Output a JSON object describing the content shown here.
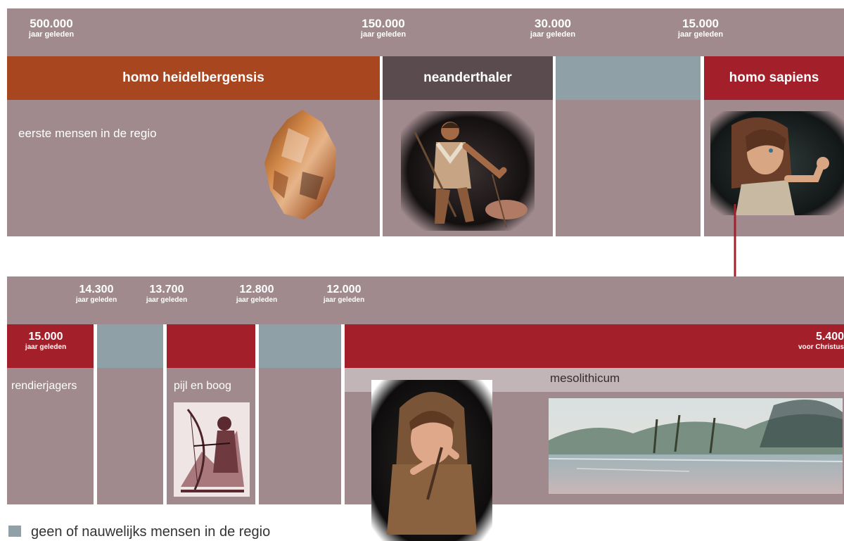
{
  "top_timeline": {
    "dates": [
      {
        "value": "500.000",
        "sub": "jaar geleden"
      },
      {
        "value": "150.000",
        "sub": "jaar geleden"
      },
      {
        "value": "30.000",
        "sub": "jaar geleden"
      },
      {
        "value": "15.000",
        "sub": "jaar geleden"
      }
    ],
    "periods": [
      {
        "label": "homo heidelbergensis",
        "color": "#a8461f"
      },
      {
        "label": "neanderthaler",
        "color": "#5a4b4f"
      },
      {
        "label": "",
        "color": "#8fa0a6"
      },
      {
        "label": "homo sapiens",
        "color": "#a3202a"
      }
    ],
    "description": "eerste mensen in de regio",
    "images": [
      "flint-handaxe-image",
      "neanderthal-figure-image",
      "homo-sapiens-figure-image"
    ]
  },
  "bottom_timeline": {
    "dates": [
      {
        "value": "14.300",
        "sub": "jaar geleden"
      },
      {
        "value": "13.700",
        "sub": "jaar geleden"
      },
      {
        "value": "12.800",
        "sub": "jaar geleden"
      },
      {
        "value": "12.000",
        "sub": "jaar geleden"
      }
    ],
    "start_date": {
      "value": "15.000",
      "sub": "jaar geleden"
    },
    "end_date": {
      "value": "5.400",
      "sub": "voor Christus"
    },
    "labels": {
      "rendierjagers": "rendierjagers",
      "pijl_en_boog": "pijl en boog",
      "mesolithicum": "mesolithicum"
    },
    "colors": {
      "occupied": "#a3202a",
      "absent": "#8fa0a6",
      "band": "#a08a8e"
    }
  },
  "legend": {
    "label": "geen of nauwelijks mensen in de regio",
    "color": "#8fa0a6"
  }
}
